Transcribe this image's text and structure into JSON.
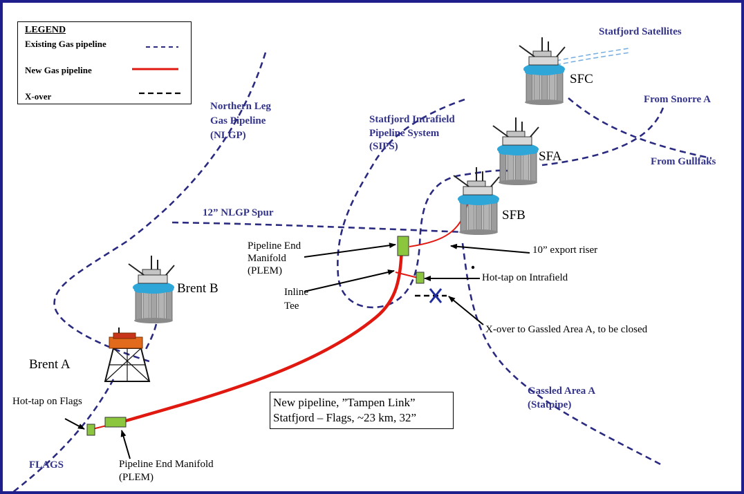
{
  "legend": {
    "title": "LEGEND",
    "existing": "Existing Gas pipeline",
    "new": "New Gas pipeline",
    "xover": "X-over"
  },
  "colors": {
    "existing_pipeline": "#2a2a80",
    "new_pipeline": "#e0180f",
    "manifold": "#8cc63f",
    "label_blue": "#33338a",
    "border": "#1e1e8c"
  },
  "labels": {
    "statfjord_satellites": "Statfjord Satellites",
    "from_snorre": "From Snorre A",
    "from_gullfaks": "From Gullfaks",
    "nlgp": "Northern Leg\nGas Pipeline\n(NLGP)",
    "sips": "Statfjord Intrafield\nPipeline System\n(SIPS)",
    "nlgp_spur": "12” NLGP Spur",
    "gassled": "Gassled Area A\n(Statpipe)",
    "flags": "FLAGS",
    "sfc": "SFC",
    "sfa": "SFA",
    "sfb": "SFB",
    "brent_b": "Brent B",
    "brent_a": "Brent A",
    "plem_top": "Pipeline End\nManifold\n(PLEM)",
    "inline_tee": "Inline\nTee",
    "export_riser": "10” export riser",
    "hot_tap_intrafield": "Hot-tap on Intrafield",
    "xover_gassled": "X-over to Gassled Area A, to be closed",
    "hot_tap_flags": "Hot-tap on Flags",
    "plem_bottom": "Pipeline End Manifold\n(PLEM)"
  },
  "new_pipeline_box": {
    "line1": "New pipeline, ”Tampen Link”",
    "line2": "Statfjord – Flags, ~23 km, 32”"
  }
}
